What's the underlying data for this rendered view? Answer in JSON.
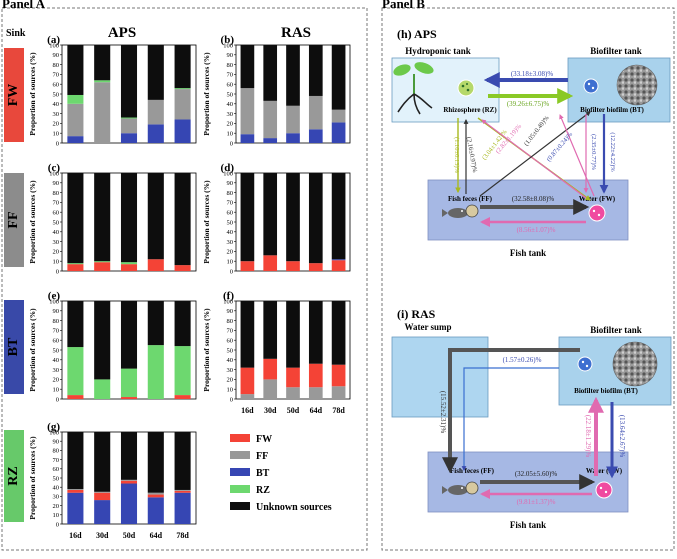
{
  "panel_a": {
    "title": "Panel A",
    "sink_label": "Sink",
    "sinks": [
      "FW",
      "FF",
      "BT",
      "RZ"
    ],
    "sink_colors": [
      "#e8483c",
      "#8c8c8c",
      "#3949a8",
      "#67c96a"
    ],
    "col_headers": [
      "APS",
      "RAS"
    ],
    "y_label": "Proportion of sources (%)",
    "y_ticks": [
      "0",
      "10",
      "20",
      "30",
      "40",
      "50",
      "60",
      "70",
      "80",
      "90",
      "100"
    ],
    "x_ticks": [
      "16d",
      "30d",
      "50d",
      "64d",
      "78d"
    ]
  },
  "legend": [
    {
      "label": "FW",
      "color": "#f44336"
    },
    {
      "label": "FF",
      "color": "#999999"
    },
    {
      "label": "BT",
      "color": "#3646b3"
    },
    {
      "label": "RZ",
      "color": "#6dd86f"
    },
    {
      "label": "Unknown sources",
      "color": "#0d0d0d"
    }
  ],
  "chart_data": [
    {
      "type": "bar",
      "panel": "(a)",
      "system": "APS",
      "sink": "FW",
      "categories": [
        "16d",
        "30d",
        "50d",
        "64d",
        "78d"
      ],
      "ylim": [
        0,
        100
      ],
      "series": [
        {
          "name": "BT",
          "values": [
            7,
            0,
            10,
            19,
            24
          ]
        },
        {
          "name": "FF",
          "values": [
            33,
            62,
            15,
            25,
            31
          ]
        },
        {
          "name": "RZ",
          "values": [
            9,
            2,
            1,
            0,
            1
          ]
        },
        {
          "name": "Unknown sources",
          "values": [
            51,
            36,
            74,
            56,
            44
          ]
        }
      ]
    },
    {
      "type": "bar",
      "panel": "(b)",
      "system": "RAS",
      "sink": "FW",
      "categories": [
        "16d",
        "30d",
        "50d",
        "64d",
        "78d"
      ],
      "ylim": [
        0,
        100
      ],
      "series": [
        {
          "name": "BT",
          "values": [
            9,
            5,
            10,
            14,
            21
          ]
        },
        {
          "name": "FF",
          "values": [
            47,
            38,
            28,
            34,
            13
          ]
        },
        {
          "name": "Unknown sources",
          "values": [
            44,
            57,
            62,
            52,
            66
          ]
        }
      ]
    },
    {
      "type": "bar",
      "panel": "(c)",
      "system": "APS",
      "sink": "FF",
      "categories": [
        "16d",
        "30d",
        "50d",
        "64d",
        "78d"
      ],
      "ylim": [
        0,
        100
      ],
      "series": [
        {
          "name": "FW",
          "values": [
            7,
            9,
            7,
            12,
            6
          ]
        },
        {
          "name": "RZ",
          "values": [
            1,
            1,
            2,
            0,
            0
          ]
        },
        {
          "name": "Unknown sources",
          "values": [
            92,
            90,
            91,
            88,
            94
          ]
        }
      ]
    },
    {
      "type": "bar",
      "panel": "(d)",
      "system": "RAS",
      "sink": "FF",
      "categories": [
        "16d",
        "30d",
        "50d",
        "64d",
        "78d"
      ],
      "ylim": [
        0,
        100
      ],
      "series": [
        {
          "name": "FW",
          "values": [
            10,
            16,
            10,
            8,
            11
          ]
        },
        {
          "name": "BT",
          "values": [
            0,
            0,
            0,
            0,
            1
          ]
        },
        {
          "name": "Unknown sources",
          "values": [
            90,
            84,
            90,
            92,
            88
          ]
        }
      ]
    },
    {
      "type": "bar",
      "panel": "(e)",
      "system": "APS",
      "sink": "BT",
      "categories": [
        "16d",
        "30d",
        "50d",
        "64d",
        "78d"
      ],
      "ylim": [
        0,
        100
      ],
      "series": [
        {
          "name": "FW",
          "values": [
            4,
            0,
            2,
            0,
            4
          ]
        },
        {
          "name": "RZ",
          "values": [
            49,
            20,
            29,
            55,
            50
          ]
        },
        {
          "name": "Unknown sources",
          "values": [
            47,
            80,
            69,
            45,
            46
          ]
        }
      ]
    },
    {
      "type": "bar",
      "panel": "(f)",
      "system": "RAS",
      "sink": "BT",
      "categories": [
        "16d",
        "30d",
        "50d",
        "64d",
        "78d"
      ],
      "ylim": [
        0,
        100
      ],
      "series": [
        {
          "name": "FF",
          "values": [
            5,
            20,
            12,
            12,
            13
          ]
        },
        {
          "name": "FW",
          "values": [
            27,
            21,
            20,
            24,
            22
          ]
        },
        {
          "name": "Unknown sources",
          "values": [
            68,
            59,
            68,
            64,
            65
          ]
        }
      ]
    },
    {
      "type": "bar",
      "panel": "(g)",
      "system": "APS",
      "sink": "RZ",
      "categories": [
        "16d",
        "30d",
        "50d",
        "64d",
        "78d"
      ],
      "ylim": [
        0,
        100
      ],
      "series": [
        {
          "name": "BT",
          "values": [
            34,
            26,
            44,
            29,
            34
          ]
        },
        {
          "name": "FW",
          "values": [
            3,
            8,
            3,
            3,
            2
          ]
        },
        {
          "name": "FF",
          "values": [
            1,
            1,
            1,
            2,
            1
          ]
        },
        {
          "name": "Unknown sources",
          "values": [
            62,
            65,
            52,
            66,
            63
          ]
        }
      ]
    }
  ],
  "panel_b": {
    "title": "Panel B",
    "aps": {
      "title": "(h) APS",
      "hydroponic_tank": "Hydroponic tank",
      "biofilter_tank": "Biofilter tank",
      "fish_tank": "Fish tank",
      "rz": "Rhizosphere (RZ)",
      "bt": "Biofilter biofilm (BT)",
      "ff": "Fish feces (FF)",
      "fw": "Water (FW)",
      "bt_to_rz": "(33.18±3.08)%",
      "rz_to_bt": "(39.26±6.75)%",
      "ff_to_fw": "(32.58±8.08)%",
      "fw_to_ff": "(8.56±1.07)%",
      "rz_to_ff": "(1.10±0.13)%",
      "rz_to_fw_1": "(3.04±1.42)%",
      "ff_to_rz": "(2.16±0.97)%",
      "fw_to_rz": "(2.82±1.19)%",
      "ff_to_bt": "(1.05±0.49)%",
      "fw_to_bt": "(0.87±0.24)%",
      "bt_to_fw_1": "(2.35±0.77)%",
      "bt_to_fw_2": "(12.22±4.22)%"
    },
    "ras": {
      "title": "(i) RAS",
      "water_sump": "Water sump",
      "biofilter_tank": "Biofilter tank",
      "fish_tank": "Fish tank",
      "bt": "Biofilter biofilm (BT)",
      "ff": "Fish feces (FF)",
      "fw": "Water (FW)",
      "bt_to_ff_top": "(1.57±0.26)%",
      "sump_to_ff": "(15.52±2.31)%",
      "ff_to_fw": "(32.05±5.60)%",
      "fw_to_ff": "(9.81±1.37)%",
      "fw_to_bt": "(22.18±1.29)%",
      "bt_to_fw": "(13.64±2.67)%"
    }
  }
}
